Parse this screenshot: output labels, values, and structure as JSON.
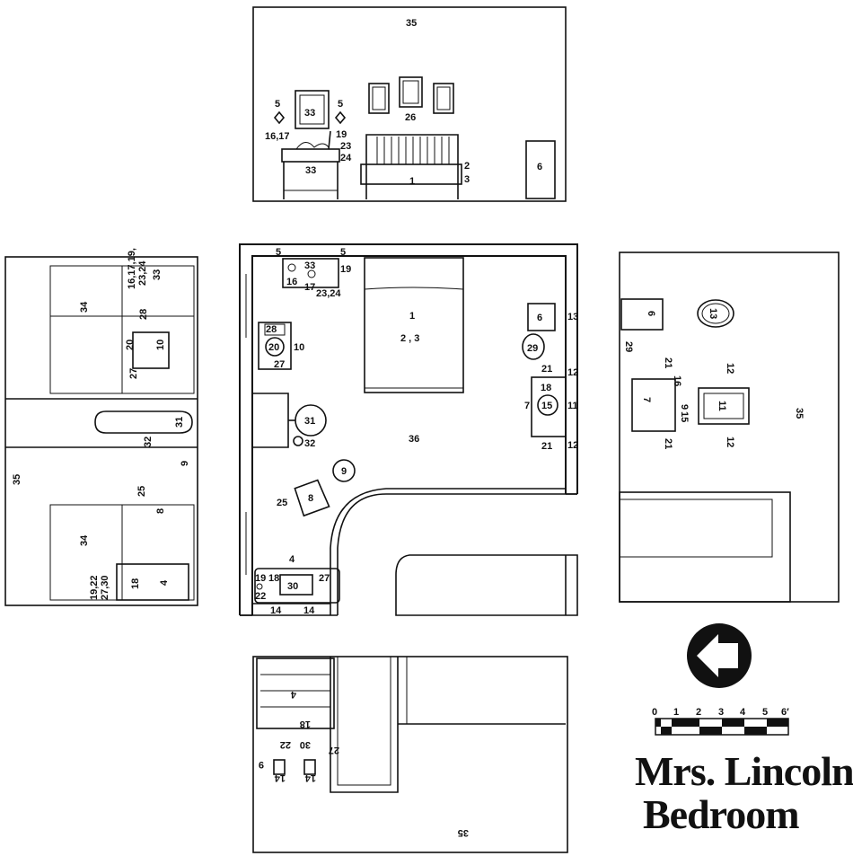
{
  "title": {
    "line1": "Mrs. Lincoln’s",
    "line2": "Bedroom"
  },
  "scale": {
    "ticks": [
      "0",
      "1",
      "2",
      "3",
      "4",
      "5",
      "6′"
    ]
  },
  "labels": {
    "top": {
      "n35": "35",
      "n5a": "5",
      "n5b": "5",
      "n33a": "33",
      "n26": "26",
      "n1617": "16,17",
      "n19": "19",
      "n23": "23",
      "n24": "24",
      "n33b": "33",
      "n2": "2",
      "n3": "3",
      "n1": "1",
      "n6": "6"
    },
    "plan": {
      "n5a": "5",
      "n5b": "5",
      "n33": "33",
      "n19": "19",
      "n16": "16",
      "n17": "17",
      "n2324": "23,24",
      "n1": "1",
      "n23b": "2 , 3",
      "n6": "6",
      "n13": "13",
      "n28": "28",
      "n20": "20",
      "n10": "10",
      "n27": "27",
      "n29": "29",
      "n21a": "21",
      "n12a": "12",
      "n18": "18",
      "n7": "7",
      "n15": "15",
      "n11": "11",
      "n21b": "21",
      "n12b": "12",
      "n31": "31",
      "n32": "32",
      "n36": "36",
      "n9": "9",
      "n25": "25",
      "n8": "8",
      "n4": "4",
      "n19b": "19",
      "n18b": "18",
      "n27b": "27",
      "n22": "22",
      "n30": "30",
      "n14a": "14",
      "n14b": "14"
    },
    "left": {
      "n16171924": "16,17,19,",
      "n2324": "23,24",
      "n33": "33",
      "n34a": "34",
      "n28": "28",
      "n20": "20",
      "n10": "10",
      "n27": "27",
      "n31": "31",
      "n32": "32",
      "n9": "9",
      "n25": "25",
      "n8": "8",
      "n35": "35",
      "n34b": "34",
      "n192230": "19,22",
      "n27_30": "27,30",
      "n18": "18",
      "n4": "4"
    },
    "right": {
      "n6": "6",
      "n13": "13",
      "n29": "29",
      "n21a": "21",
      "n12a": "12",
      "n16": "16",
      "n7": "7",
      "n11": "11",
      "n15": "15",
      "n9": "9",
      "n21b": "21",
      "n12b": "12",
      "n35": "35"
    },
    "bottom": {
      "n4": "4",
      "n18": "18",
      "n9": "9",
      "n22": "22",
      "n30": "30",
      "n27": "27",
      "n14a": "14",
      "n14b": "14",
      "n35": "35"
    }
  }
}
